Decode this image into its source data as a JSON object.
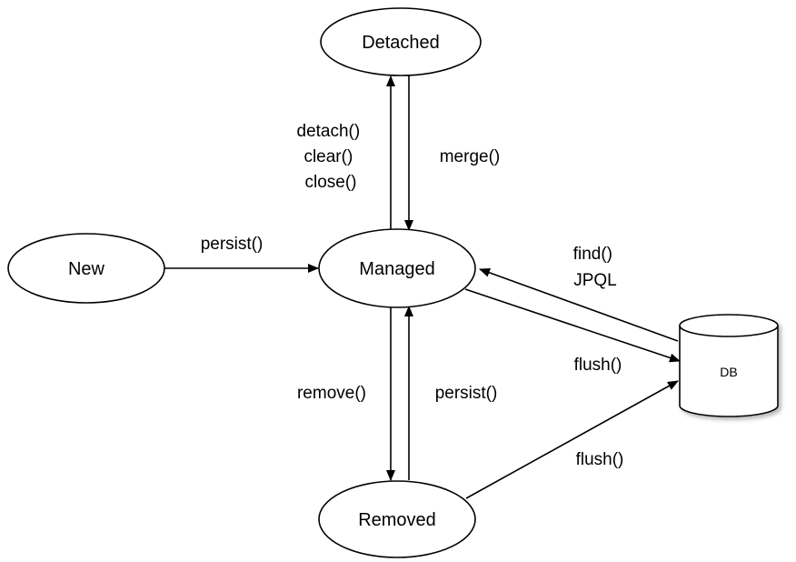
{
  "nodes": {
    "detached": "Detached",
    "new": "New",
    "managed": "Managed",
    "removed": "Removed",
    "db": "DB"
  },
  "edges": {
    "managed_to_detached": [
      "detach()",
      "clear()",
      "close()"
    ],
    "detached_to_managed": "merge()",
    "new_to_managed": "persist()",
    "db_to_managed": [
      "find()",
      "JPQL"
    ],
    "managed_to_db": "flush()",
    "managed_to_removed": "remove()",
    "removed_to_managed": "persist()",
    "removed_to_db": "flush()"
  },
  "colors": {
    "stroke": "#000000",
    "fill": "#ffffff"
  }
}
